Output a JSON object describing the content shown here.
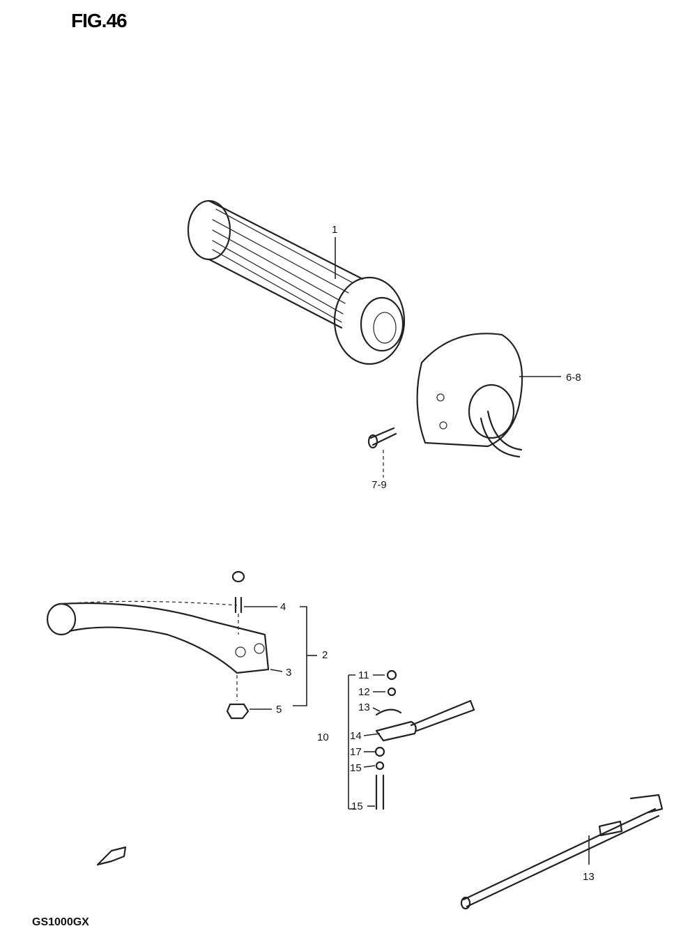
{
  "figure": {
    "title": "FIG.46",
    "model": "GS1000GX"
  },
  "labels": {
    "p1": "1",
    "p2": "2",
    "p3": "3",
    "p4": "4",
    "p5": "5",
    "p6_8": "6-8",
    "p7_9": "7-9",
    "p10": "10",
    "p11": "11",
    "p12": "12",
    "p13a": "13",
    "p14": "14",
    "p17": "17",
    "p15a": "15",
    "p15b": "15",
    "p13b": "13"
  }
}
